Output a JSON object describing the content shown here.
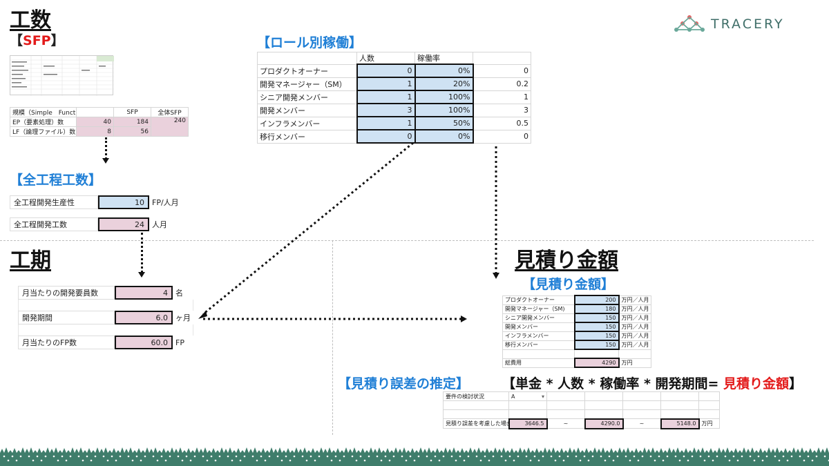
{
  "brand": {
    "name": "TRACERY"
  },
  "headings": {
    "kosu": "工数",
    "sfp_open": "【",
    "sfp_text": "SFP",
    "sfp_close": "】",
    "zenkotei": "【全工程工数】",
    "koki": "工期",
    "role": "【ロール別稼働】",
    "mitsumori_big": "見積り金額",
    "mitsumori_sub": "【見積り金額】",
    "gosa": "【見積り誤差の推定】",
    "formula_main": "【単金 * 人数 * 稼働率 * 開発期間= ",
    "formula_red": "見積り金額",
    "formula_close": "】"
  },
  "sfp_table": {
    "headers": [
      "規模（Simple　Function Point）",
      "",
      "SFP",
      "全体SFP"
    ],
    "rows": [
      {
        "label": "EP（要素処理）数",
        "count": "40",
        "sfp": "184",
        "total": "240"
      },
      {
        "label": "LF（論理ファイル）数",
        "count": "8",
        "sfp": "56",
        "total": ""
      }
    ]
  },
  "zenkotei": {
    "productivity_label": "全工程開発生産性",
    "productivity_value": "10",
    "productivity_unit": "FP/人月",
    "effort_label": "全工程開発工数",
    "effort_value": "24",
    "effort_unit": "人月"
  },
  "koki": {
    "members_label": "月当たりの開発要員数",
    "members_value": "4",
    "members_unit": "名",
    "period_label": "開発期間",
    "period_value": "6.0",
    "period_unit": "ヶ月",
    "fp_label": "月当たりのFP数",
    "fp_value": "60.0",
    "fp_unit": "FP"
  },
  "role_table": {
    "col_people": "人数",
    "col_rate": "稼働率",
    "rows": [
      {
        "role": "プロダクトオーナー",
        "people": "0",
        "rate": "0%",
        "result": "0"
      },
      {
        "role": "開発マネージャー（SM）",
        "people": "1",
        "rate": "20%",
        "result": "0.2"
      },
      {
        "role": "シニア開発メンバー",
        "people": "1",
        "rate": "100%",
        "result": "1"
      },
      {
        "role": "開発メンバー",
        "people": "3",
        "rate": "100%",
        "result": "3"
      },
      {
        "role": "インフラメンバー",
        "people": "1",
        "rate": "50%",
        "result": "0.5"
      },
      {
        "role": "移行メンバー",
        "people": "0",
        "rate": "0%",
        "result": "0"
      }
    ]
  },
  "price_table": {
    "unit": "万円／人月",
    "rows": [
      {
        "role": "プロダクトオーナー",
        "price": "200"
      },
      {
        "role": "開発マネージャー（SM)",
        "price": "180"
      },
      {
        "role": "シニア開発メンバー",
        "price": "150"
      },
      {
        "role": "開発メンバー",
        "price": "150"
      },
      {
        "role": "インフラメンバー",
        "price": "150"
      },
      {
        "role": "移行メンバー",
        "price": "150"
      }
    ],
    "total_label": "総費用",
    "total_value": "4290",
    "total_unit": "万円"
  },
  "gosa_table": {
    "status_label": "要件の検討状況",
    "status_value": "A",
    "estimate_label": "見積り誤差を考慮した場合",
    "low": "3646.5",
    "tilde1": "~",
    "mid": "4290.0",
    "tilde2": "~",
    "high": "5148.0",
    "unit": "万円"
  }
}
